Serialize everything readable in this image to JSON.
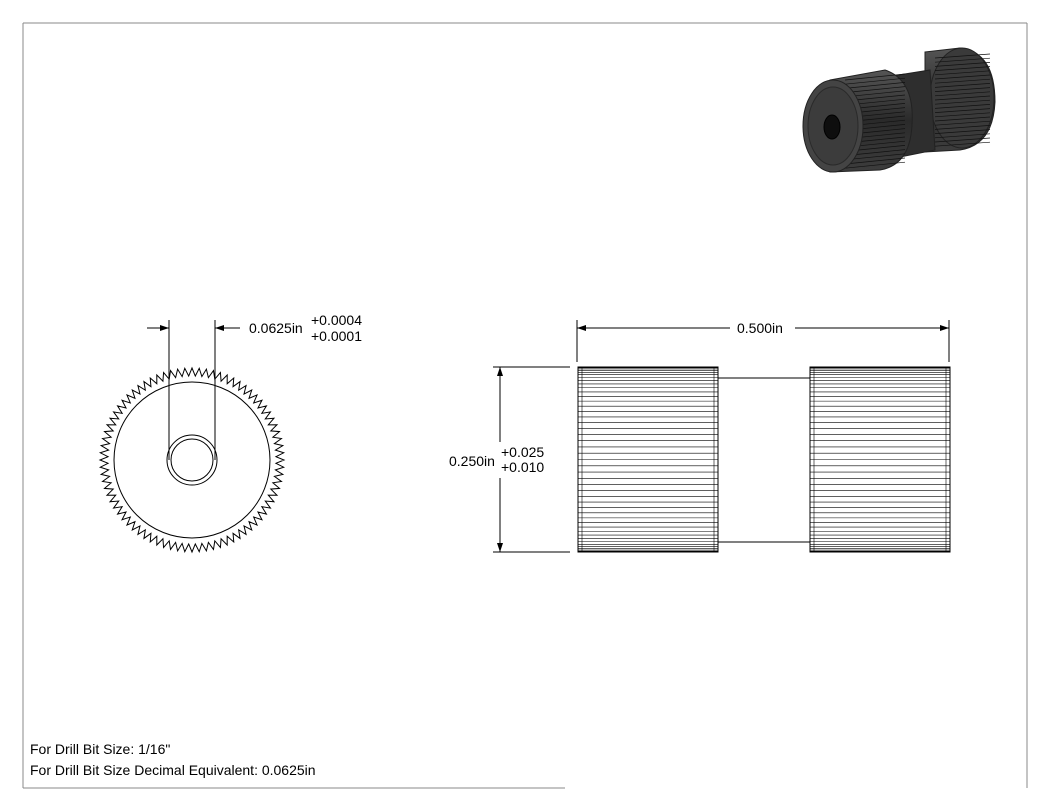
{
  "dimensions": {
    "hole_diameter": {
      "value": "0.0625in",
      "tol_plus": "+0.0004",
      "tol_minus": "+0.0001"
    },
    "length": {
      "value": "0.500in"
    },
    "diameter": {
      "value": "0.250in",
      "tol_plus": "+0.025",
      "tol_minus": "+0.010"
    }
  },
  "notes": {
    "drill_bit_size": "For Drill Bit Size: 1/16\"",
    "drill_bit_decimal": "For Drill Bit Size Decimal Equivalent: 0.0625in"
  },
  "colors": {
    "line": "#000000",
    "frame": "#888888",
    "iso_body": "#3a3a3a"
  }
}
